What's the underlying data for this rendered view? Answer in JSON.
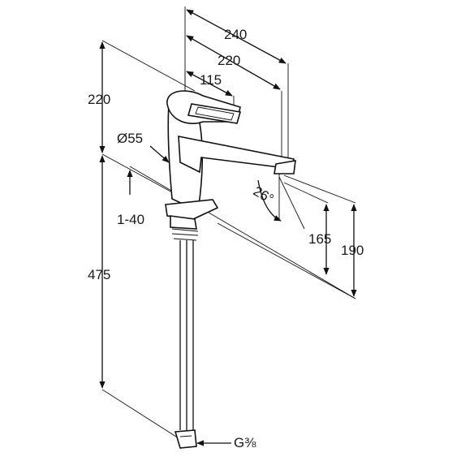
{
  "drawing": {
    "dimensions": {
      "width_240": "240",
      "width_220": "220",
      "lever_115": "115",
      "top_height_220": "220",
      "diameter": "Ø55",
      "range_1_40": "1-40",
      "height_475": "475",
      "angle_26": "26°",
      "height_165": "165",
      "height_190": "190",
      "thread": "G⅜"
    }
  }
}
